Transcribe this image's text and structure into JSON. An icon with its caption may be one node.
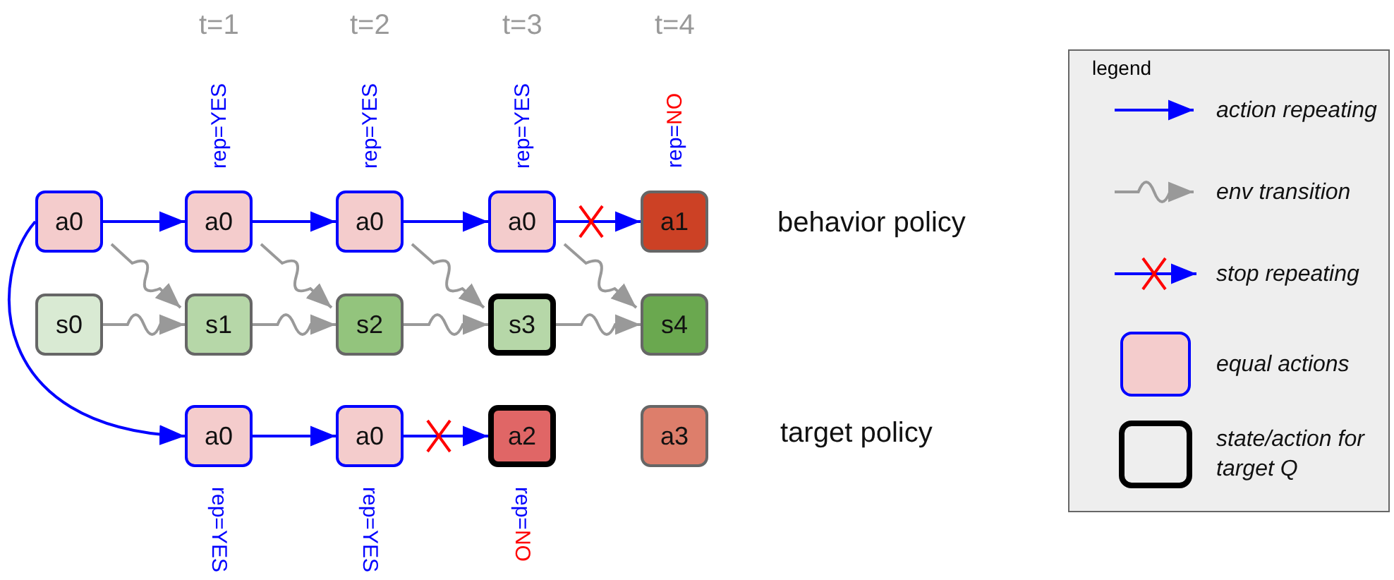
{
  "diagram": {
    "nodes": [
      {
        "text": [
          "a0"
        ]
      },
      {
        "text": [
          "a0"
        ],
        "beside": [
          "rep=YES"
        ]
      },
      {
        "text": [
          "a0"
        ],
        "beside": [
          "rep=YES"
        ]
      },
      {
        "text": [
          "a0"
        ],
        "beside": [
          "rep=YES"
        ]
      },
      {
        "text": [
          "a1"
        ],
        "beside": [
          "rep=NO"
        ]
      },
      {
        "text": [
          "s0"
        ]
      },
      {
        "text": [
          "s1"
        ]
      },
      {
        "text": [
          "s2"
        ]
      },
      {
        "text": [
          "s3"
        ]
      },
      {
        "text": [
          "s4"
        ]
      },
      {
        "text": [
          "a0"
        ],
        "beside": [
          "rep=YES"
        ]
      },
      {
        "text": [
          "a0"
        ],
        "beside": [
          "rep=YES"
        ]
      },
      {
        "text": [
          "a2"
        ],
        "beside": [
          "rep=NO"
        ]
      },
      {
        "text": [
          "a3"
        ]
      }
    ],
    "edges": [
      {
        "from": 0,
        "to": 1,
        "arrow": "to",
        "color": "#0000ff"
      },
      {
        "from": 1,
        "to": 2,
        "arrow": "to",
        "color": "#0000ff"
      },
      {
        "from": 2,
        "to": 3,
        "arrow": "to",
        "color": "#0000ff"
      },
      {
        "from": 3,
        "to": 4,
        "arrow": "to",
        "color": "#0000ff"
      },
      {
        "from": 0,
        "to": 6,
        "arrow": "to"
      },
      {
        "from": 1,
        "to": 7,
        "arrow": "to"
      },
      {
        "from": 2,
        "to": 8,
        "arrow": "to"
      },
      {
        "from": 3,
        "to": 9,
        "arrow": "to"
      },
      {
        "from": 5,
        "to": 6,
        "arrow": "to"
      },
      {
        "from": 6,
        "to": 7,
        "arrow": "to"
      },
      {
        "from": 7,
        "to": 8,
        "arrow": "to"
      },
      {
        "from": 8,
        "to": 9,
        "arrow": "to"
      },
      {
        "from": 0,
        "to": 10,
        "arrow": "to",
        "color": "#0000ff"
      },
      {
        "from": 10,
        "to": 11,
        "arrow": "to",
        "color": "#0000ff"
      },
      {
        "from": 11,
        "to": 12,
        "arrow": "to",
        "color": "#0000ff"
      }
    ],
    "labels": [
      "t=1",
      "t=2",
      "t=3",
      "t=4",
      "behavior policy",
      "target policy",
      "legend"
    ],
    "legend": [
      {
        "text": "action repeating"
      },
      {
        "text": "env transition"
      },
      {
        "text": "stop repeating"
      },
      {
        "text": "equal actions"
      },
      {
        "text": "state/action for target Q"
      }
    ]
  }
}
